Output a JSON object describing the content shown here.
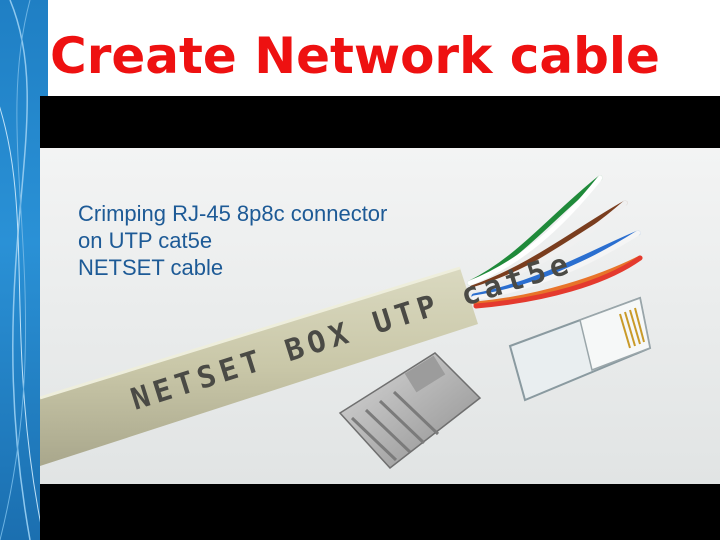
{
  "slide": {
    "title": "Create Network cable"
  },
  "photo": {
    "caption_lines": [
      "Crimping RJ-45 8p8c connector",
      "on UTP cat5e",
      "NETSET cable"
    ],
    "cable_print": "NETSET BOX UTP cat5e"
  },
  "colors": {
    "title": "#ee1111",
    "caption": "#1d5a96",
    "side_band": "#2a91d6",
    "cable_jacket": "#c9c7a8"
  }
}
